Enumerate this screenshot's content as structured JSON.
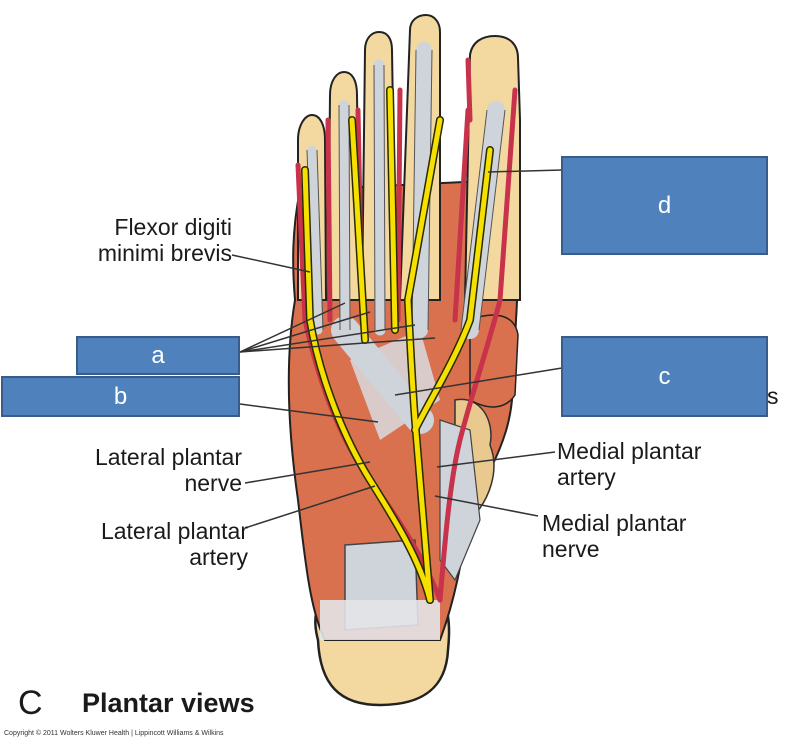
{
  "figure": {
    "panel_letter": "C",
    "title": "Plantar views",
    "copyright": "Copyright © 2011 Wolters Kluwer Health | Lippincott Williams & Wilkins"
  },
  "labels": {
    "flexor_digiti": [
      "Flexor digiti",
      "minimi brevis"
    ],
    "lateral_plantar_nerve": [
      "Lateral plantar",
      "nerve"
    ],
    "lateral_plantar_artery": [
      "Lateral plantar",
      "artery"
    ],
    "medial_plantar_artery": [
      "Medial plantar",
      "artery"
    ],
    "medial_plantar_nerve": [
      "Medial plantar",
      "nerve"
    ],
    "hidden_fragment": "s"
  },
  "answer_boxes": {
    "a": "a",
    "b": "b",
    "c": "c",
    "d": "d"
  },
  "colors": {
    "box_fill": "#4f81bd",
    "box_border": "#385d8a",
    "nerve": "#f5e000",
    "artery": "#c8324a",
    "muscle": "#d9704e",
    "tendon": "#cfd3da",
    "bone": "#f3d9a0"
  }
}
